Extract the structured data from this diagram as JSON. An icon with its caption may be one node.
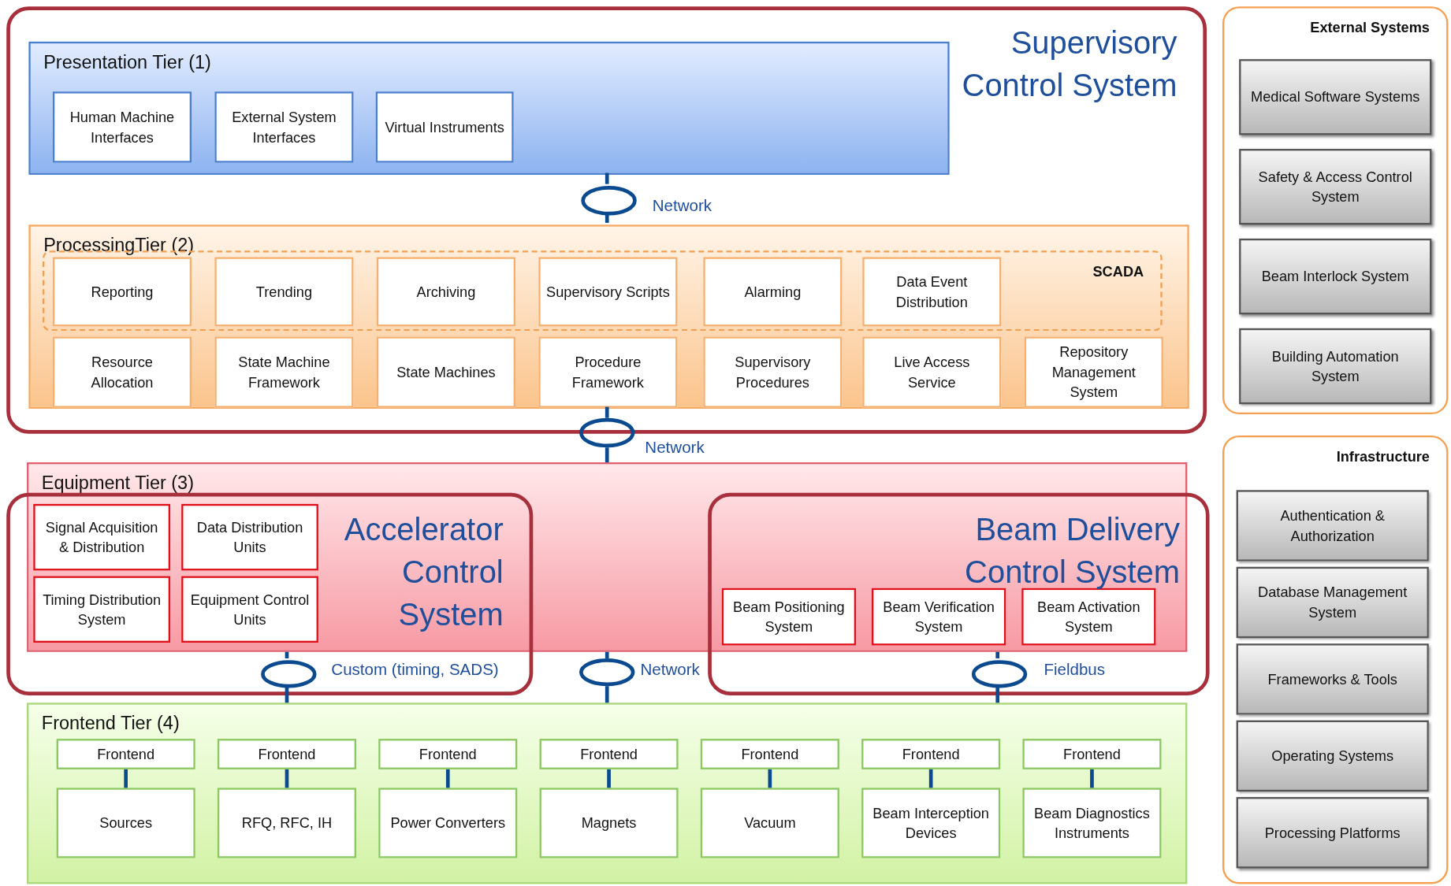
{
  "diagram": {
    "nodes": [
      {
        "text": [
          "Supervisory Control System"
        ]
      },
      {
        "text": [
          "Presentation Tier (1)"
        ],
        "in": 0
      },
      {
        "text": [
          "Human Machine Interfaces"
        ],
        "in": 1
      },
      {
        "text": [
          "External System Interfaces"
        ],
        "in": 1
      },
      {
        "text": [
          "Virtual Instruments"
        ],
        "in": 1
      },
      {
        "text": [
          "ProcessingTier (2)"
        ],
        "in": 0
      },
      {
        "text": [
          "SCADA"
        ],
        "in": 5
      },
      {
        "text": [
          "Reporting"
        ],
        "in": 6
      },
      {
        "text": [
          "Trending"
        ],
        "in": 6
      },
      {
        "text": [
          "Archiving"
        ],
        "in": 6
      },
      {
        "text": [
          "Supervisory Scripts"
        ],
        "in": 6
      },
      {
        "text": [
          "Alarming"
        ],
        "in": 6
      },
      {
        "text": [
          "Data Event Distribution"
        ],
        "in": 6
      },
      {
        "text": [
          "Resource Allocation"
        ],
        "in": 5
      },
      {
        "text": [
          "State Machine Framework"
        ],
        "in": 5
      },
      {
        "text": [
          "State Machines"
        ],
        "in": 5
      },
      {
        "text": [
          "Procedure Framework"
        ],
        "in": 5
      },
      {
        "text": [
          "Supervisory Procedures"
        ],
        "in": 5
      },
      {
        "text": [
          "Live Access Service"
        ],
        "in": 5
      },
      {
        "text": [
          "Repository Management System"
        ],
        "in": 5
      },
      {
        "text": [
          "Equipment Tier (3)"
        ]
      },
      {
        "text": [
          "Accelerator Control System"
        ]
      },
      {
        "text": [
          "Signal Acquisition & Distribution"
        ]
      },
      {
        "text": [
          "Data Distribution Units"
        ]
      },
      {
        "text": [
          "Timing Distribution System"
        ]
      },
      {
        "text": [
          "Equipment Control Units"
        ]
      },
      {
        "text": [
          "Beam Delivery Control System"
        ]
      },
      {
        "text": [
          "Beam Positioning System"
        ]
      },
      {
        "text": [
          "Beam Verification System"
        ]
      },
      {
        "text": [
          "Beam Activation System"
        ]
      },
      {
        "text": [
          "Frontend Tier (4)"
        ]
      },
      {
        "text": [
          "Frontend"
        ],
        "in": 30
      },
      {
        "text": [
          "Frontend"
        ],
        "in": 30
      },
      {
        "text": [
          "Frontend"
        ],
        "in": 30
      },
      {
        "text": [
          "Frontend"
        ],
        "in": 30
      },
      {
        "text": [
          "Frontend"
        ],
        "in": 30
      },
      {
        "text": [
          "Frontend"
        ],
        "in": 30
      },
      {
        "text": [
          "Frontend"
        ],
        "in": 30
      },
      {
        "text": [
          "Sources"
        ],
        "in": 30
      },
      {
        "text": [
          "RFQ, RFC, IH"
        ],
        "in": 30
      },
      {
        "text": [
          "Power Converters"
        ],
        "in": 30
      },
      {
        "text": [
          "Magnets"
        ],
        "in": 30
      },
      {
        "text": [
          "Vacuum"
        ],
        "in": 30
      },
      {
        "text": [
          "Beam Interception Devices"
        ],
        "in": 30
      },
      {
        "text": [
          "Beam Diagnostics Instruments"
        ],
        "in": 30
      },
      {
        "text": [
          "External Systems"
        ]
      },
      {
        "text": [
          "Medical Software Systems"
        ],
        "in": 45
      },
      {
        "text": [
          "Safety & Access Control System"
        ],
        "in": 45
      },
      {
        "text": [
          "Beam Interlock System"
        ],
        "in": 45
      },
      {
        "text": [
          "Building Automation System"
        ],
        "in": 45
      },
      {
        "text": [
          "Infrastructure"
        ]
      },
      {
        "text": [
          "Authentication & Authorization"
        ],
        "in": 50
      },
      {
        "text": [
          "Database Management System"
        ],
        "in": 50
      },
      {
        "text": [
          "Frameworks & Tools"
        ],
        "in": 50
      },
      {
        "text": [
          "Operating Systems"
        ],
        "in": 50
      },
      {
        "text": [
          "Processing Platforms"
        ],
        "in": 50
      },
      {
        "text": [],
        "shape": "ellipse",
        "beside": [
          "Network"
        ],
        "in": 0
      },
      {
        "text": [],
        "shape": "ellipse",
        "beside": [
          "Network"
        ]
      },
      {
        "text": [],
        "shape": "ellipse",
        "beside": [
          "Custom (timing, SADS)"
        ],
        "in": 21
      },
      {
        "text": [],
        "shape": "ellipse",
        "beside": [
          "Network"
        ]
      },
      {
        "text": [],
        "shape": "ellipse",
        "beside": [
          "Fieldbus"
        ],
        "in": 26
      }
    ],
    "edges": [
      {
        "from": 1,
        "to": 56,
        "arrow": "none"
      },
      {
        "from": 56,
        "to": 5,
        "arrow": "none"
      },
      {
        "from": 5,
        "to": 57,
        "arrow": "none"
      },
      {
        "from": 57,
        "to": 20,
        "arrow": "none"
      },
      {
        "from": 20,
        "to": 58,
        "arrow": "none"
      },
      {
        "from": 58,
        "to": 30,
        "arrow": "none"
      },
      {
        "from": 20,
        "to": 59,
        "arrow": "none"
      },
      {
        "from": 59,
        "to": 30,
        "arrow": "none"
      },
      {
        "from": 20,
        "to": 60,
        "arrow": "none"
      },
      {
        "from": 60,
        "to": 30,
        "arrow": "none"
      },
      {
        "from": 31,
        "to": 38,
        "arrow": "none"
      },
      {
        "from": 32,
        "to": 39,
        "arrow": "none"
      },
      {
        "from": 33,
        "to": 40,
        "arrow": "none"
      },
      {
        "from": 34,
        "to": 41,
        "arrow": "none"
      },
      {
        "from": 35,
        "to": 42,
        "arrow": "none"
      },
      {
        "from": 36,
        "to": 43,
        "arrow": "none"
      },
      {
        "from": 37,
        "to": 44,
        "arrow": "none"
      }
    ]
  }
}
